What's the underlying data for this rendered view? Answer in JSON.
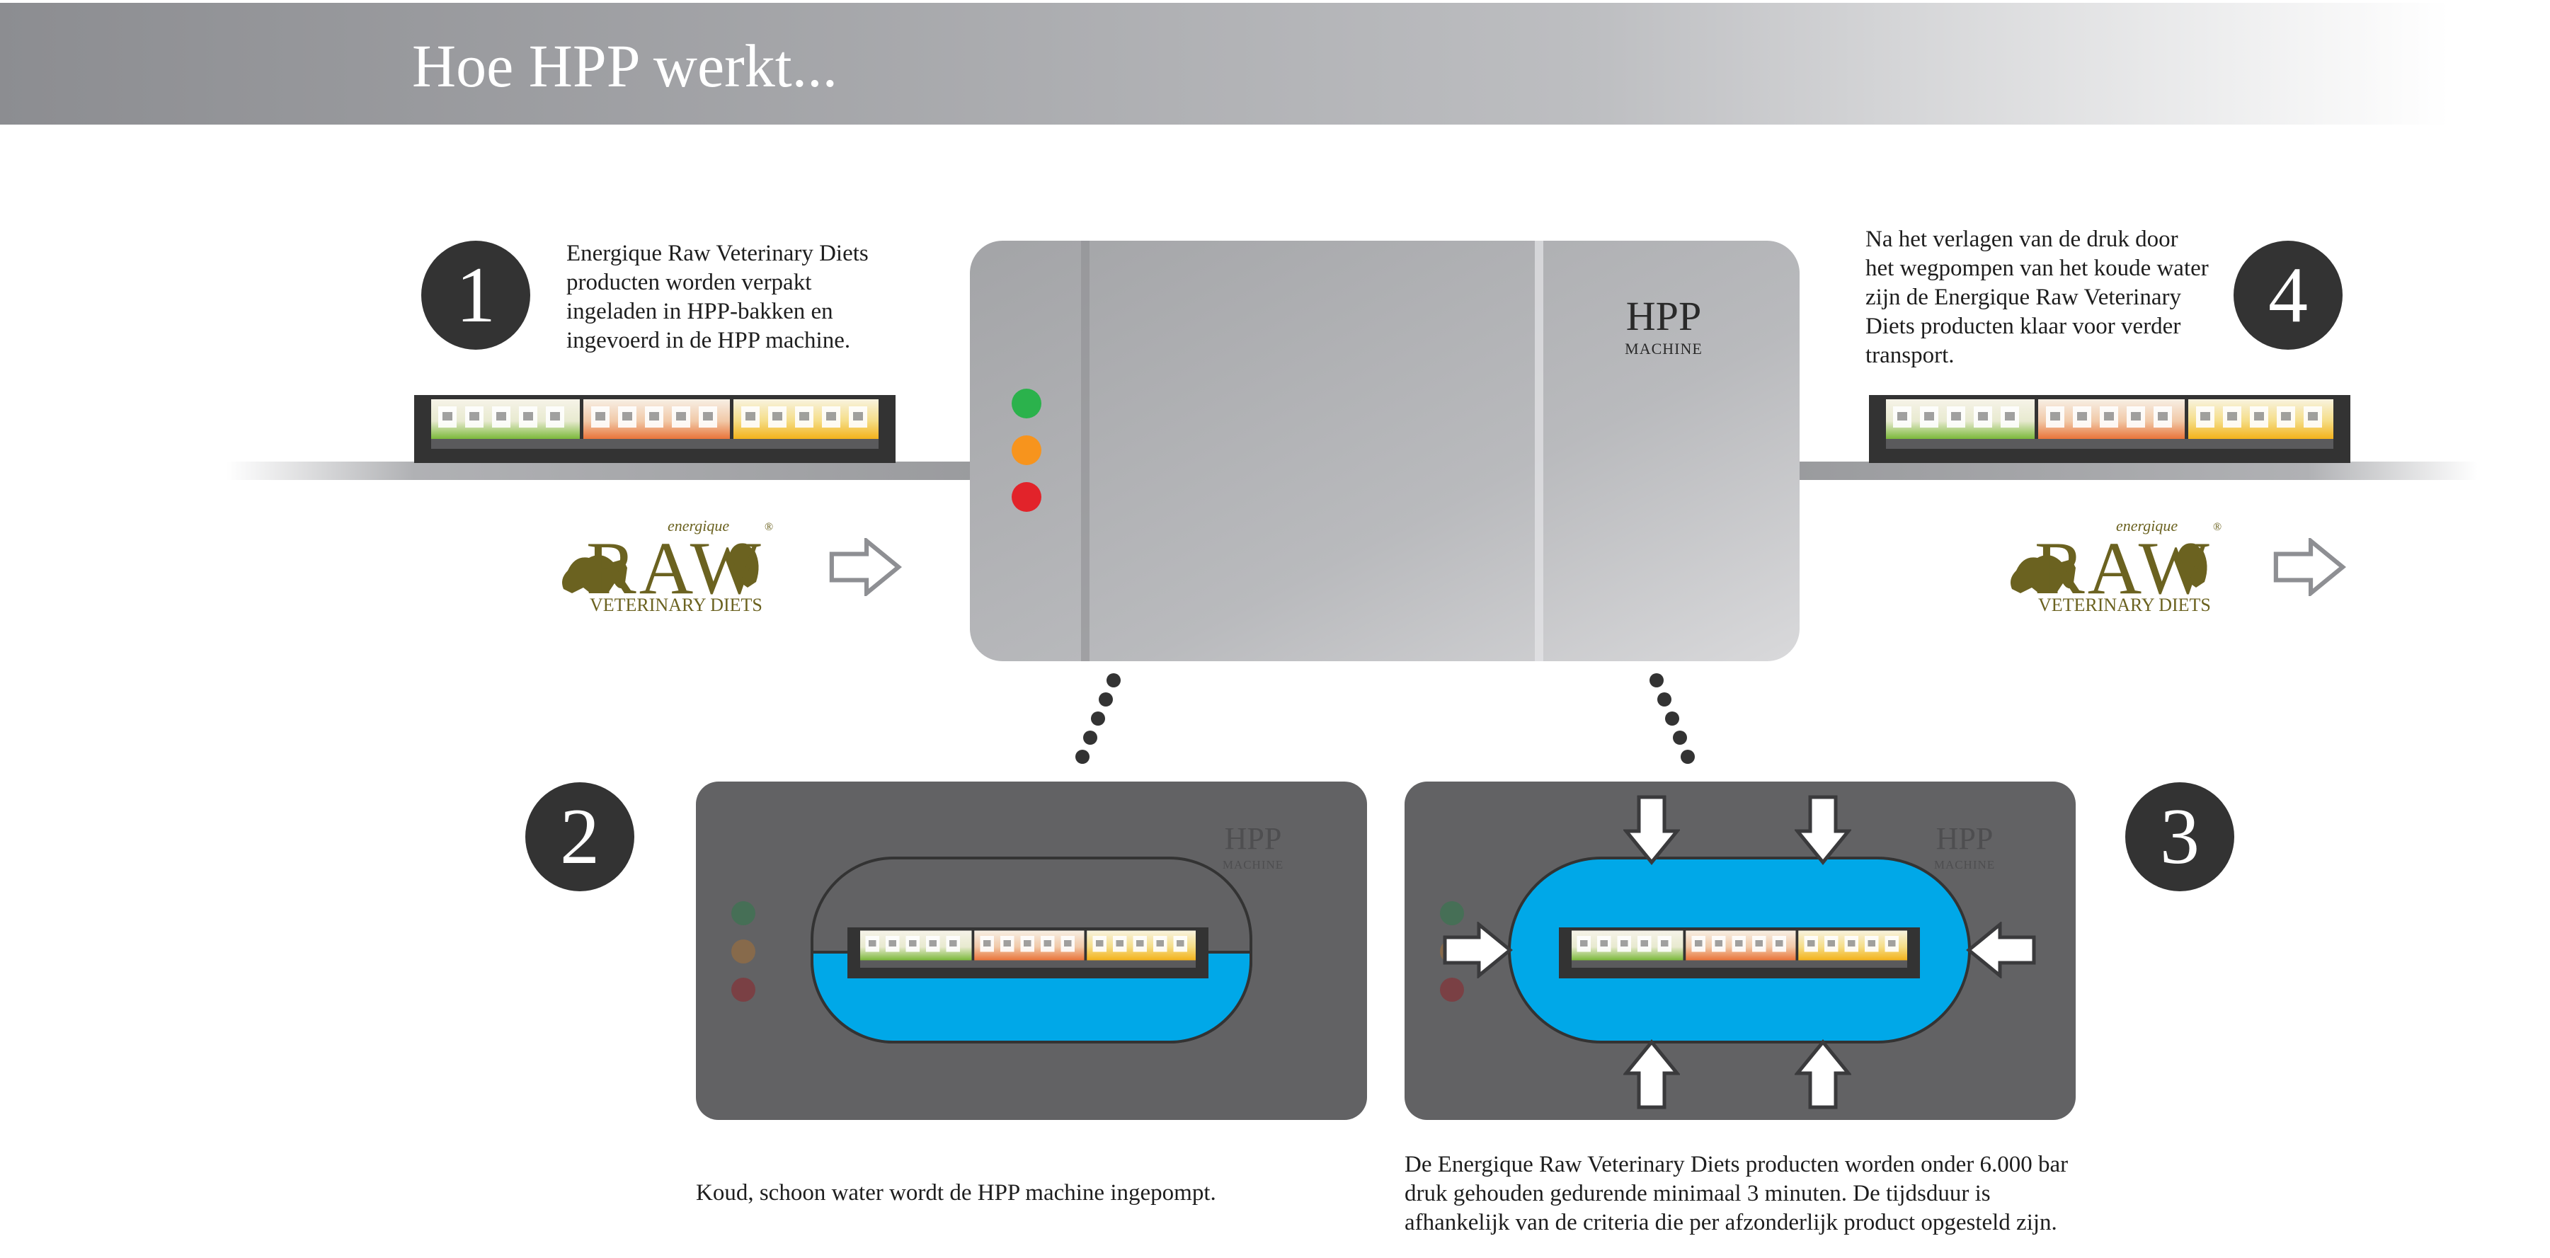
{
  "title": "Hoe HPP werkt...",
  "steps": [
    {
      "number": "1",
      "text": "Energique Raw Veterinary Diets producten worden verpakt ingeladen in HPP-bakken en ingevoerd in de HPP machine."
    },
    {
      "number": "2",
      "text": "Koud, schoon water wordt de HPP machine ingepompt."
    },
    {
      "number": "3",
      "text": "De Energique Raw Veterinary Diets producten worden onder 6.000 bar druk gehouden gedurende minimaal 3 minuten. De tijdsduur is afhankelijk van de criteria die per afzonderlijk product opgesteld zijn."
    },
    {
      "number": "4",
      "text": "Na het verlagen van de druk door het wegpompen van het koude water zijn de Energique Raw Veterinary Diets producten klaar voor verder transport."
    }
  ],
  "machine": {
    "label": "HPP",
    "sublabel": "MACHINE"
  },
  "brand": {
    "top": "energique",
    "name": "RAW",
    "sub": "VETERINARY DIETS",
    "reg": "®"
  },
  "colors": {
    "banner": "#8e8f93",
    "machine": "#a9aaad",
    "chamber": "#626264",
    "water": "#00a8e8",
    "dark": "#333333",
    "led_green": "#2bb24c",
    "led_orange": "#f7941d",
    "led_red": "#e2232a",
    "brand": "#6b6220"
  }
}
